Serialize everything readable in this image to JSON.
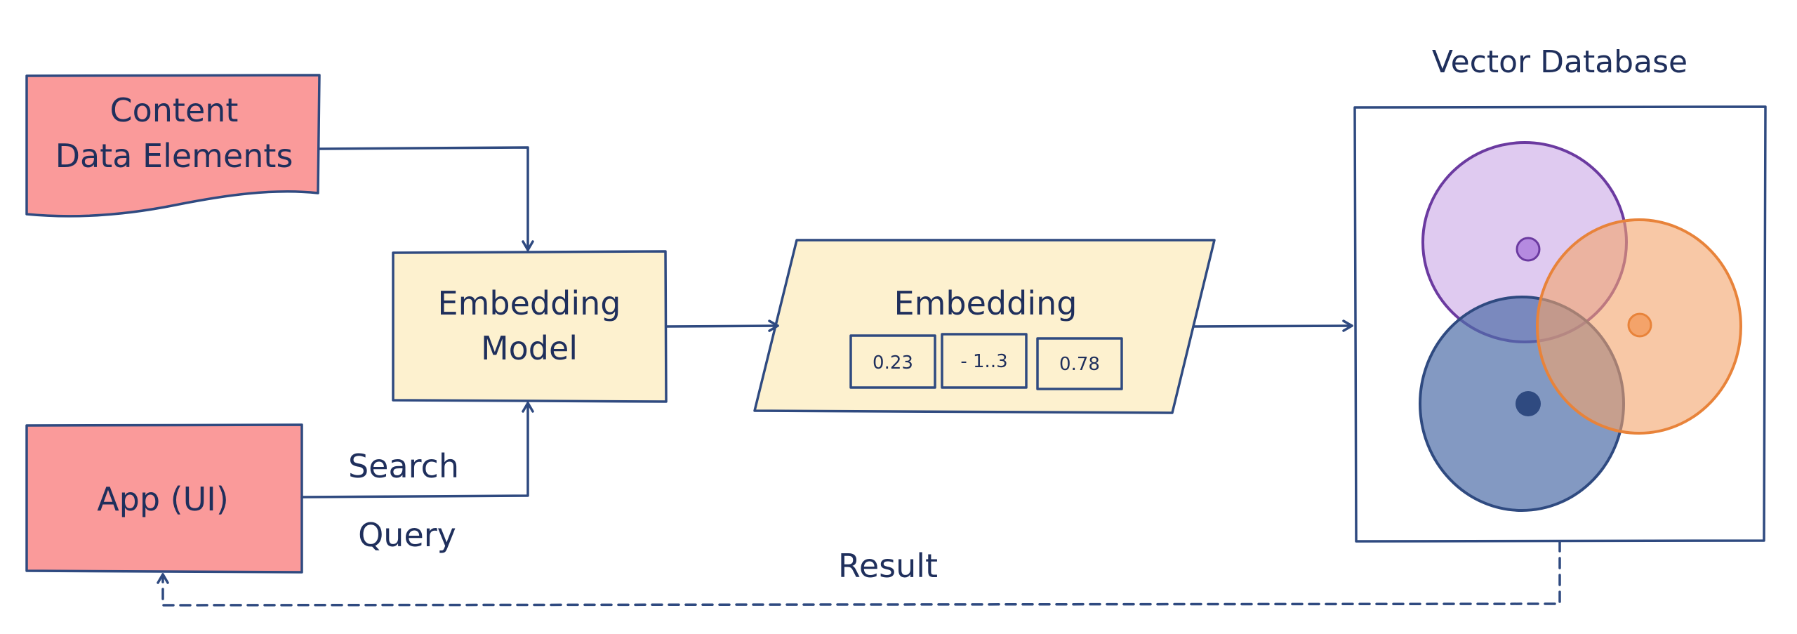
{
  "nodes": {
    "content": {
      "line1": "Content",
      "line2": "Data Elements"
    },
    "app": {
      "label": "App (UI)"
    },
    "embedding_model": {
      "line1": "Embedding",
      "line2": "Model"
    },
    "embedding": {
      "label": "Embedding",
      "values": [
        "0.23",
        "- 1..3",
        "0.78"
      ]
    },
    "vector_db": {
      "label": "Vector Database"
    }
  },
  "edges": {
    "search_query": {
      "line1": "Search",
      "line2": "Query"
    },
    "result": {
      "label": "Result"
    }
  },
  "colors": {
    "ink": "#2f4a80",
    "red_box": "#fa9a9a",
    "yellow_box": "#fdf1cf",
    "cluster_purple": "#c9a6e6",
    "cluster_blue": "#4f6da8",
    "cluster_orange": "#f4a36a"
  }
}
